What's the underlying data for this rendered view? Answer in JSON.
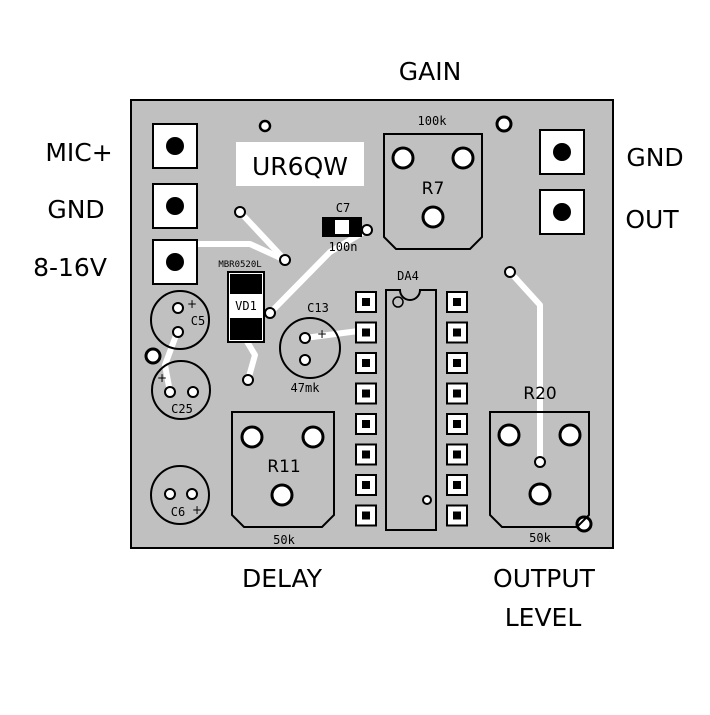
{
  "colors": {
    "board": "#c0c0c0",
    "copper": "#ffffff",
    "silk": "#000000",
    "background": "#ffffff"
  },
  "outside_labels": {
    "mic_plus": "MIC+",
    "gnd_left": "GND",
    "supply": "8-16V",
    "gain": "GAIN",
    "gnd_right": "GND",
    "out": "OUT",
    "delay": "DELAY",
    "output_level_line1": "OUTPUT",
    "output_level_line2": "LEVEL"
  },
  "board_labels": {
    "logo": "UR6QW",
    "r7_name": "R7",
    "r7_value": "100k",
    "c7_name": "C7",
    "c7_value": "100n",
    "diode_part": "MBR0520L",
    "diode_name": "VD1",
    "c5_name": "C5",
    "c13_name": "C13",
    "c13_value": "47mk",
    "c25_name": "C25",
    "da4_name": "DA4",
    "r20_name": "R20",
    "r20_value": "50k",
    "r11_name": "R11",
    "r11_value": "50k",
    "c6_name": "C6"
  }
}
